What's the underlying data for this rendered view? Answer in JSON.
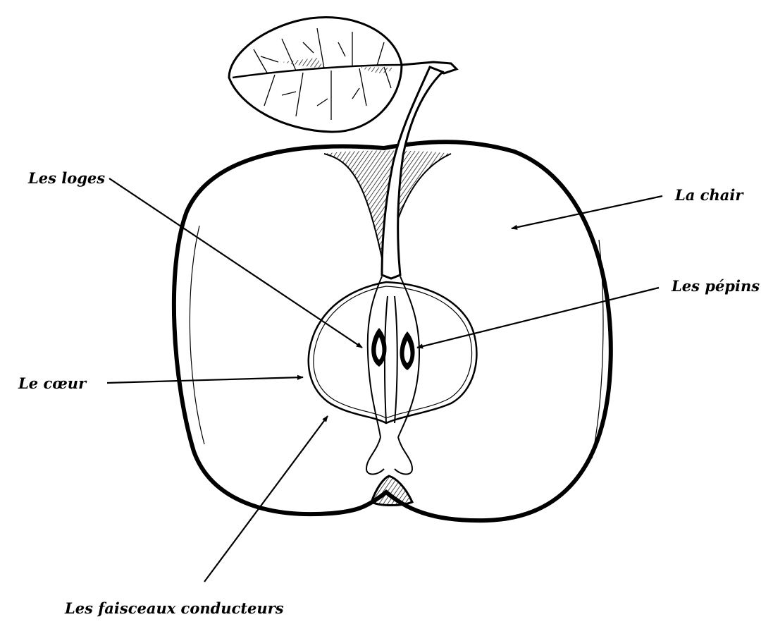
{
  "diagram": {
    "labels": {
      "loges": "Les loges",
      "chair": "La chair",
      "pepins": "Les pépins",
      "coeur": "Le cœur",
      "faisceaux": "Les faisceaux conducteurs"
    },
    "ink_color": "#000000",
    "background_color": "#ffffff"
  }
}
